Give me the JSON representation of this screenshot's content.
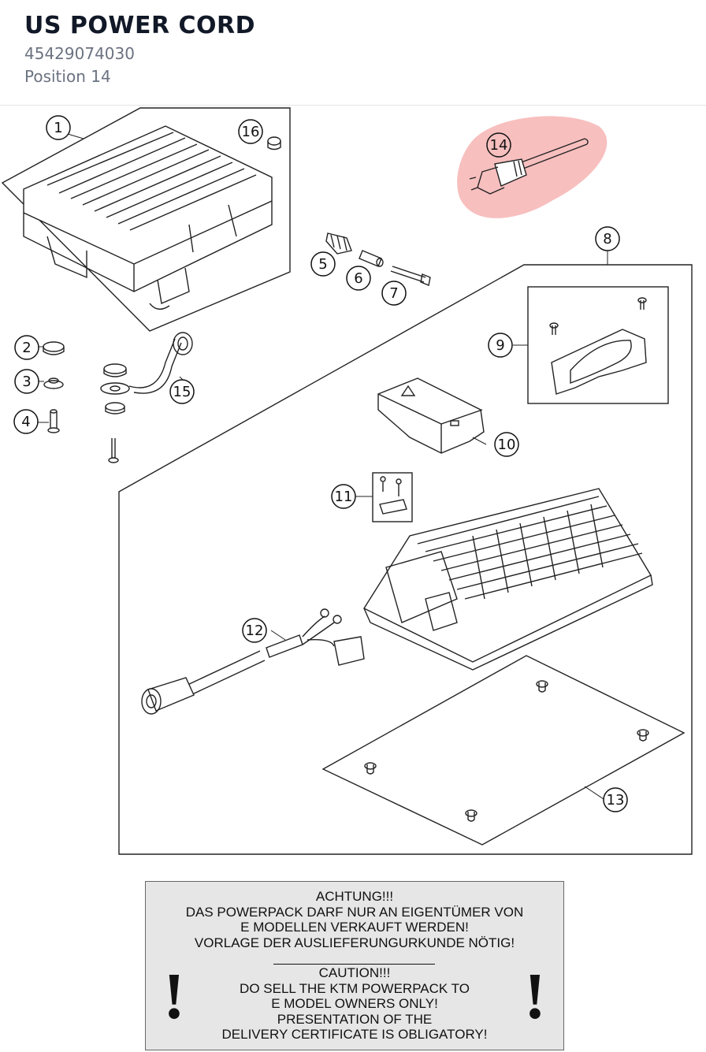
{
  "header": {
    "title": "US POWER CORD",
    "part_number": "45429074030",
    "position": "Position 14"
  },
  "callouts": {
    "c1": "1",
    "c2": "2",
    "c3": "3",
    "c4": "4",
    "c5": "5",
    "c6": "6",
    "c7": "7",
    "c8": "8",
    "c9": "9",
    "c10": "10",
    "c11": "11",
    "c12": "12",
    "c13": "13",
    "c14": "14",
    "c15": "15",
    "c16": "16"
  },
  "highlight": {
    "callout": "14",
    "color": "#f28b8b"
  },
  "warning": {
    "de_line1": "ACHTUNG!!!",
    "de_line2": "DAS POWERPACK DARF NUR AN EIGENTÜMER VON",
    "de_line3": "E MODELLEN VERKAUFT WERDEN!",
    "de_line4": "VORLAGE DER AUSLIEFERUNGURKUNDE NÖTIG!",
    "en_line1": "CAUTION!!!",
    "en_line2": "DO SELL THE KTM POWERPACK TO",
    "en_line3": "E MODEL OWNERS ONLY!",
    "en_line4": "PRESENTATION OF THE",
    "en_line5": "DELIVERY CERTIFICATE IS OBLIGATORY!",
    "exclamation": "!"
  }
}
